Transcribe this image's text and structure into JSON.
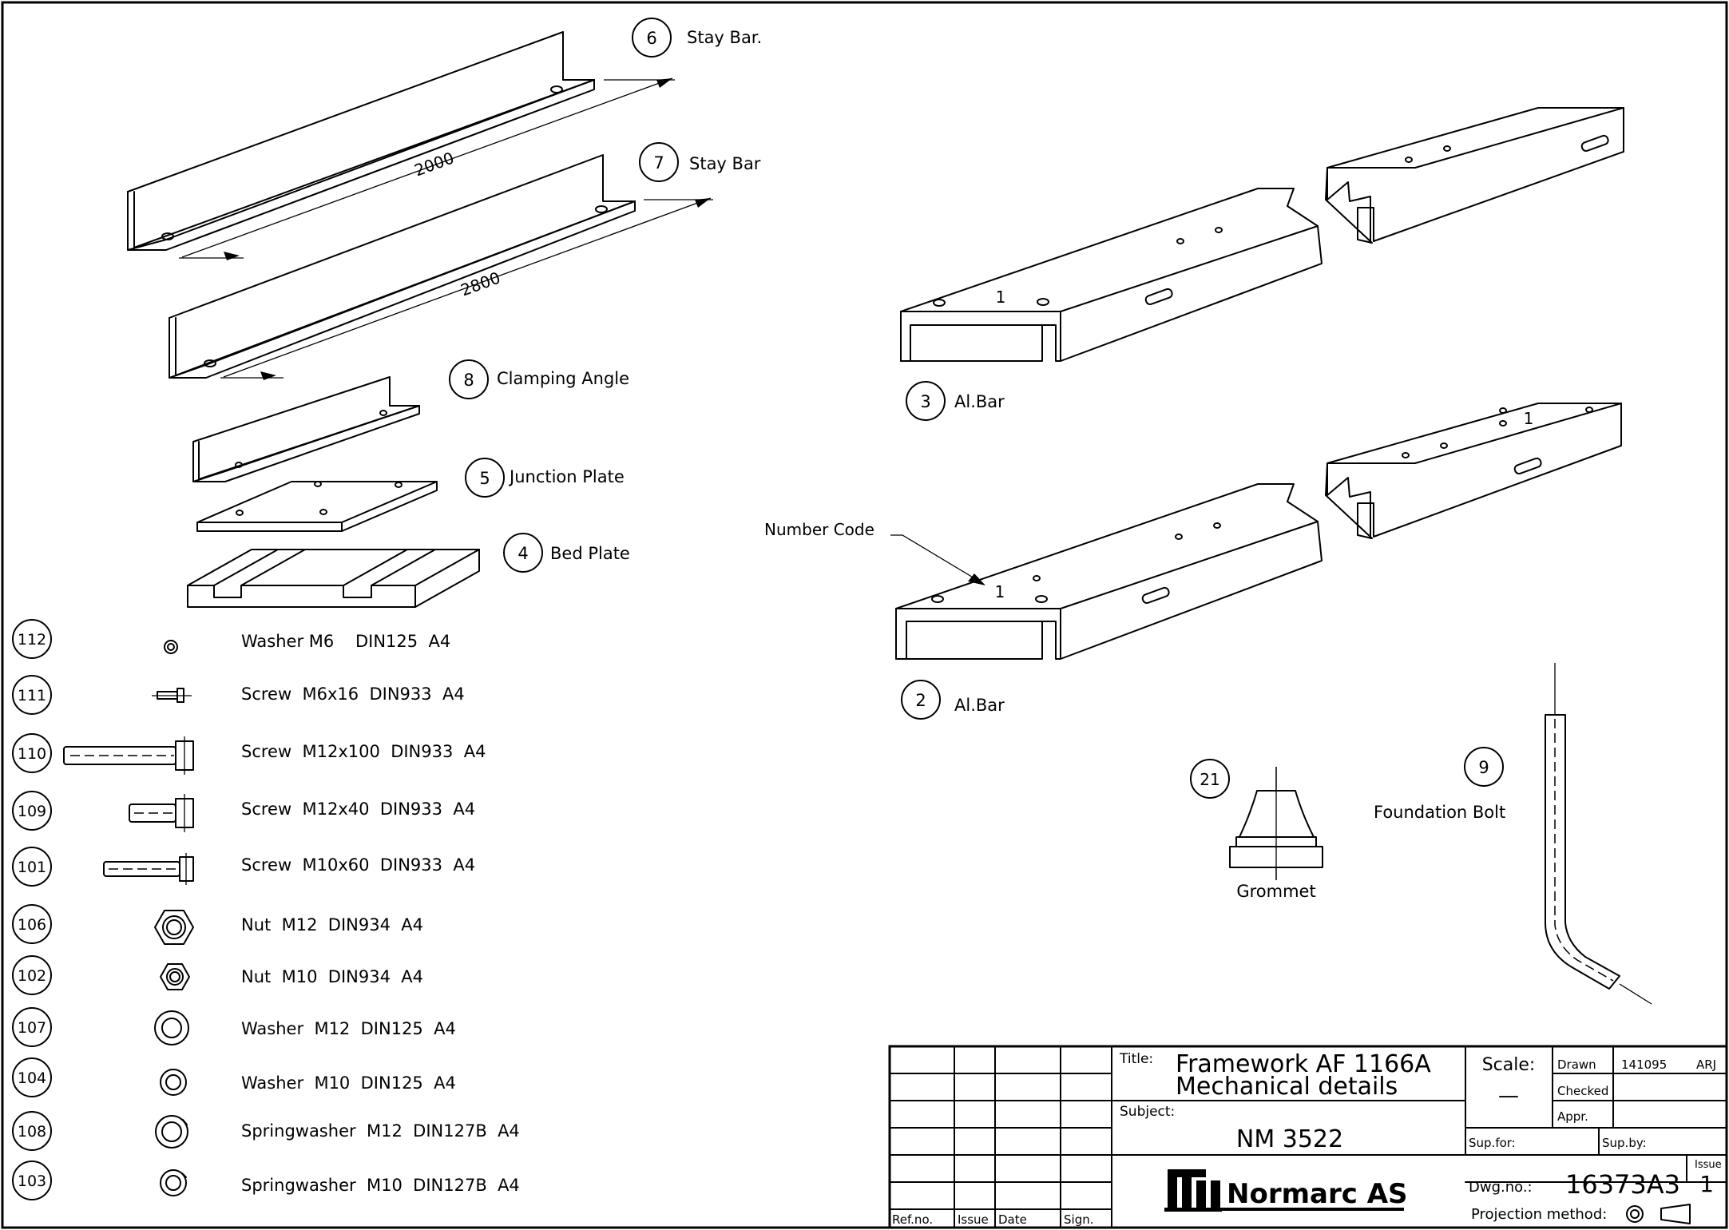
{
  "callouts": {
    "c6": {
      "num": "6",
      "label": "Stay Bar."
    },
    "c7": {
      "num": "7",
      "label": "Stay Bar"
    },
    "c8": {
      "num": "8",
      "label": "Clamping Angle"
    },
    "c5": {
      "num": "5",
      "label": "Junction Plate"
    },
    "c4": {
      "num": "4",
      "label": "Bed Plate"
    },
    "c3": {
      "num": "3",
      "label": "Al.Bar"
    },
    "c2": {
      "num": "2",
      "label": "Al.Bar"
    },
    "c21": {
      "num": "21",
      "label": "Grommet"
    },
    "c9": {
      "num": "9",
      "label": "Foundation Bolt"
    }
  },
  "dimensions": {
    "stay6": "2000",
    "stay7": "2800"
  },
  "number_code_label": "Number Code",
  "bar_mark": "1",
  "parts": [
    {
      "num": "112",
      "label": "Washer M6    DIN125  A4"
    },
    {
      "num": "111",
      "label": "Screw  M6x16  DIN933  A4"
    },
    {
      "num": "110",
      "label": "Screw  M12x100  DIN933  A4"
    },
    {
      "num": "109",
      "label": "Screw  M12x40  DIN933  A4"
    },
    {
      "num": "101",
      "label": "Screw  M10x60  DIN933  A4"
    },
    {
      "num": "106",
      "label": "Nut  M12  DIN934  A4"
    },
    {
      "num": "102",
      "label": "Nut  M10  DIN934  A4"
    },
    {
      "num": "107",
      "label": "Washer  M12  DIN125  A4"
    },
    {
      "num": "104",
      "label": "Washer  M10  DIN125  A4"
    },
    {
      "num": "108",
      "label": "Springwasher  M12  DIN127B  A4"
    },
    {
      "num": "103",
      "label": "Springwasher  M10  DIN127B  A4"
    }
  ],
  "title_block": {
    "title_label": "Title:",
    "title_line1": "Framework  AF  1166A",
    "title_line2": "Mechanical  details",
    "subject_label": "Subject:",
    "subject": "NM  3522",
    "company": "Normarc AS",
    "scale_label": "Scale:",
    "scale_value": "—",
    "drawn_label": "Drawn",
    "drawn_date": "141095",
    "drawn_by": "ARJ",
    "checked_label": "Checked",
    "appr_label": "Appr.",
    "supfor_label": "Sup.for:",
    "supby_label": "Sup.by:",
    "dwg_label": "Dwg.no.:",
    "dwg_value": "16373A3",
    "issue_label": "Issue",
    "issue_value": "1",
    "projection_label": "Projection  method:",
    "rev_headers": [
      "Ref.no.",
      "Issue",
      "Date",
      "Sign."
    ]
  }
}
